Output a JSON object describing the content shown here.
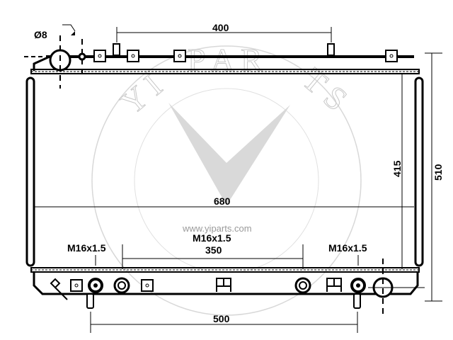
{
  "drawing": {
    "dimensions": {
      "top_outlet_spacing": "400",
      "core_width": "680",
      "core_height": "415",
      "overall_height": "510",
      "thread_spacing": "350",
      "bottom_mount_spacing": "500",
      "pipe_diameter": "Ø8"
    },
    "thread_labels": [
      "M16x1.5",
      "M16x1.5",
      "M16x1.5"
    ]
  },
  "watermark": {
    "brand": "YIPARTS",
    "url": "www.yiparts.com"
  }
}
